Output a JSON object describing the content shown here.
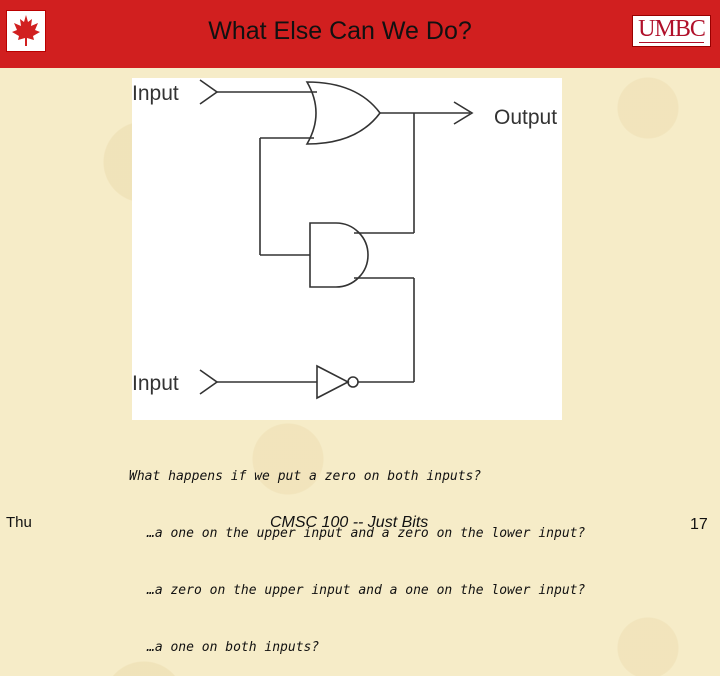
{
  "slide": {
    "title": "What Else Can We Do?",
    "logo_text": "UMBC"
  },
  "diagram": {
    "input_top_label": "Input",
    "input_bottom_label": "Input",
    "output_label": "Output"
  },
  "questions": {
    "main": "What happens if we put a zero on both inputs?",
    "items": [
      "…a one on the upper input and a zero on the lower input?",
      "…a zero on the upper input and a one on the lower input?",
      "…a one on both inputs?"
    ]
  },
  "footer": {
    "left": "Thu",
    "center": "CMSC 100 -- Just Bits",
    "page_number": "17"
  },
  "colors": {
    "header_red": "#d11f1f",
    "logo_red": "#b0102a",
    "background": "#f6ecc8"
  }
}
